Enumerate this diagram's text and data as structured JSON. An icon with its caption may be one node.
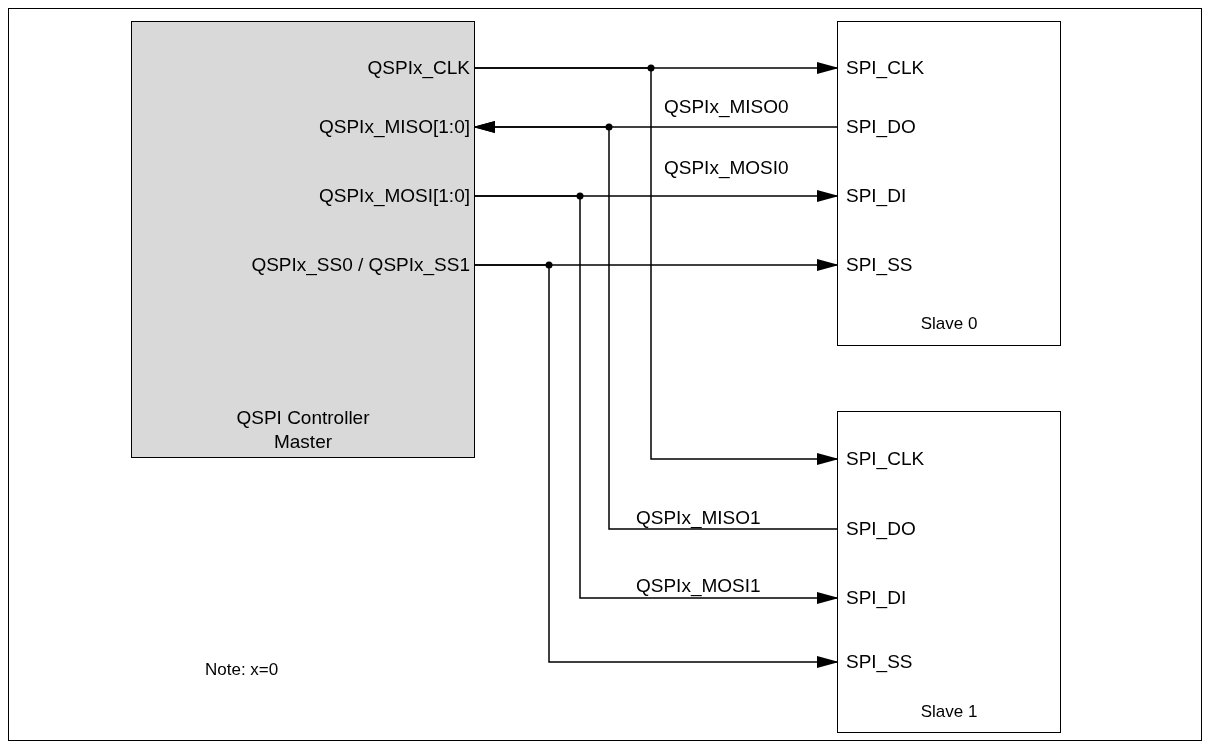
{
  "diagram": {
    "nodes": [
      {
        "text": [
          "QSPI Controller Master"
        ]
      },
      {
        "text": [
          "QSPIx_CLK"
        ],
        "in": 0
      },
      {
        "text": [
          "QSPIx_MISO[1:0]"
        ],
        "in": 0
      },
      {
        "text": [
          "QSPIx_MOSI[1:0]"
        ],
        "in": 0
      },
      {
        "text": [
          "QSPIx_SS0 / QSPIx_SS1"
        ],
        "in": 0
      },
      {
        "text": [
          "Slave 0"
        ]
      },
      {
        "text": [
          "SPI_CLK"
        ],
        "in": 5
      },
      {
        "text": [
          "SPI_DO"
        ],
        "in": 5
      },
      {
        "text": [
          "SPI_DI"
        ],
        "in": 5
      },
      {
        "text": [
          "SPI_SS"
        ],
        "in": 5
      },
      {
        "text": [
          "Slave 1"
        ]
      },
      {
        "text": [
          "SPI_CLK"
        ],
        "in": 10
      },
      {
        "text": [
          "SPI_DO"
        ],
        "in": 10
      },
      {
        "text": [
          "SPI_DI"
        ],
        "in": 10
      },
      {
        "text": [
          "SPI_SS"
        ],
        "in": 10
      }
    ],
    "edges": [
      {
        "from": 1,
        "to": 6,
        "arrow": "to"
      },
      {
        "from": 1,
        "to": 11,
        "arrow": "to"
      },
      {
        "from": 7,
        "to": 2,
        "arrow": "to",
        "label": "QSPIx_MISO0"
      },
      {
        "from": 12,
        "to": 2,
        "arrow": "to",
        "label": "QSPIx_MISO1"
      },
      {
        "from": 3,
        "to": 8,
        "arrow": "to",
        "label": "QSPIx_MOSI0"
      },
      {
        "from": 3,
        "to": 13,
        "arrow": "to",
        "label": "QSPIx_MOSI1"
      },
      {
        "from": 4,
        "to": 9,
        "arrow": "to"
      },
      {
        "from": 4,
        "to": 14,
        "arrow": "to"
      }
    ],
    "labels": [
      "Note: x=0"
    ]
  }
}
